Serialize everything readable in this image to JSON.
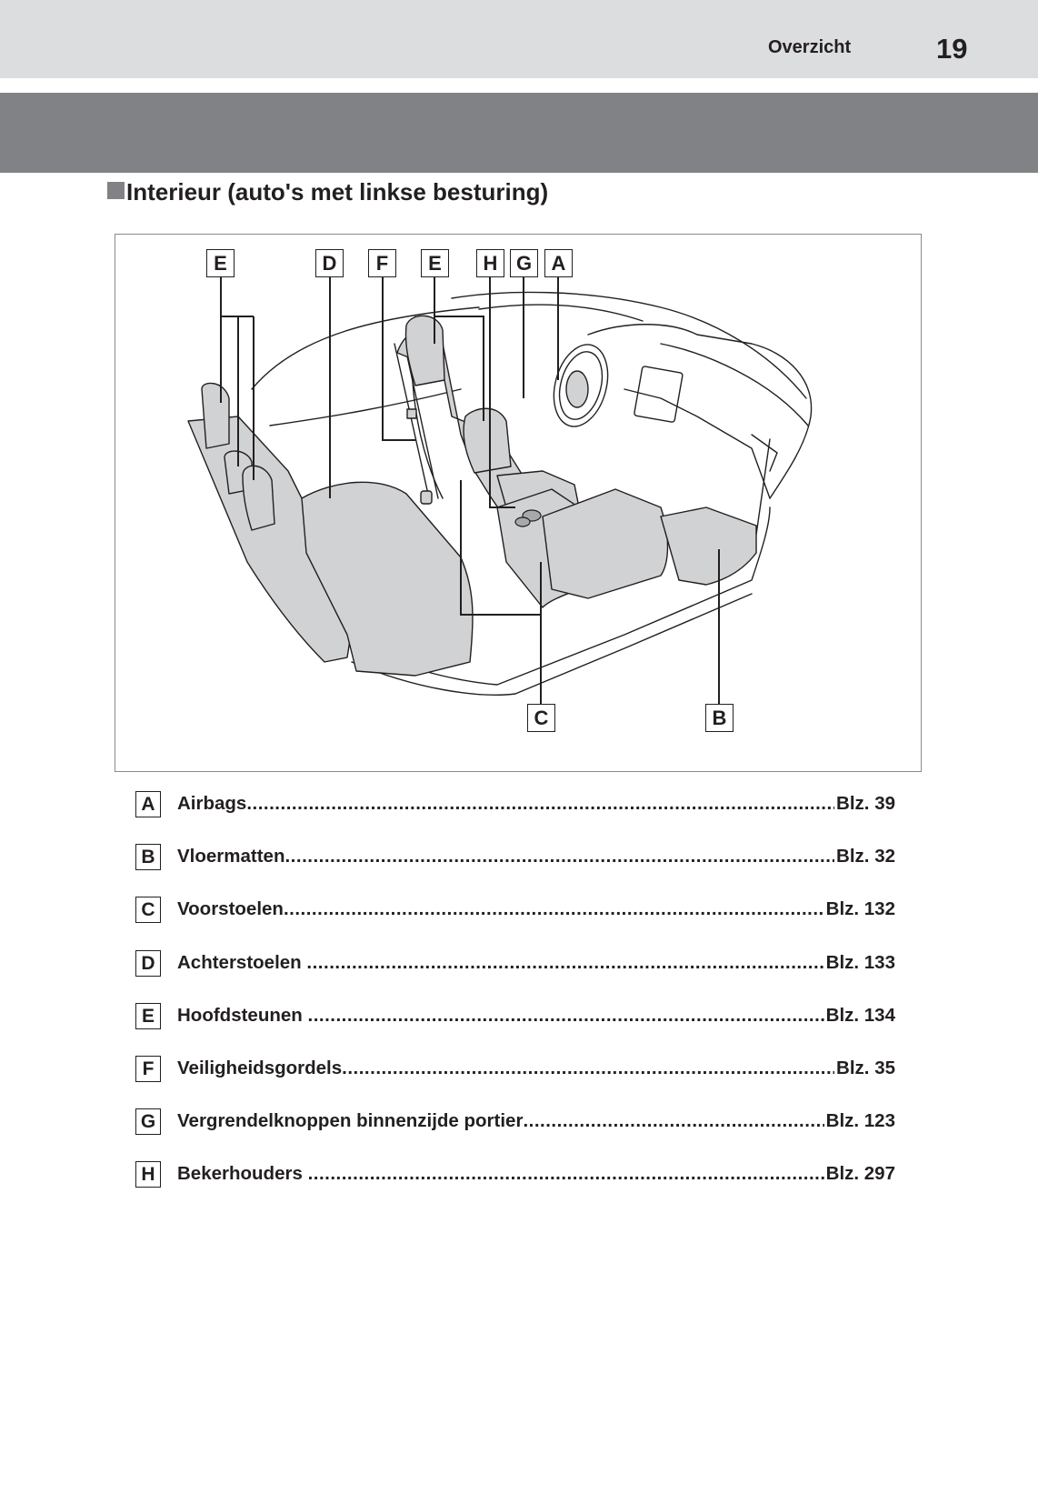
{
  "header": {
    "section": "Overzicht",
    "page_number": "19"
  },
  "heading": {
    "title": "Interieur (auto's met linkse besturing)"
  },
  "figure": {
    "description": "Car interior illustration with callout labels",
    "callouts_top": [
      "E",
      "D",
      "F",
      "E",
      "H",
      "G",
      "A"
    ],
    "callouts_bottom": [
      "C",
      "B"
    ],
    "colors": {
      "seat_fill": "#d1d2d4",
      "line": "#231f20",
      "frame": "#8a8b8d"
    }
  },
  "legend": {
    "items": [
      {
        "key": "A",
        "label": "Airbags",
        "page": "Blz. 39"
      },
      {
        "key": "B",
        "label": "Vloermatten",
        "page": "Blz. 32"
      },
      {
        "key": "C",
        "label": "Voorstoelen",
        "page": "Blz. 132"
      },
      {
        "key": "D",
        "label": "Achterstoelen ",
        "page": "Blz. 133"
      },
      {
        "key": "E",
        "label": "Hoofdsteunen ",
        "page": "Blz. 134"
      },
      {
        "key": "F",
        "label": "Veiligheidsgordels",
        "page": "Blz. 35"
      },
      {
        "key": "G",
        "label": "Vergrendelknoppen binnenzijde portier",
        "page": "Blz. 123"
      },
      {
        "key": "H",
        "label": "Bekerhouders ",
        "page": "Blz. 297"
      }
    ]
  }
}
